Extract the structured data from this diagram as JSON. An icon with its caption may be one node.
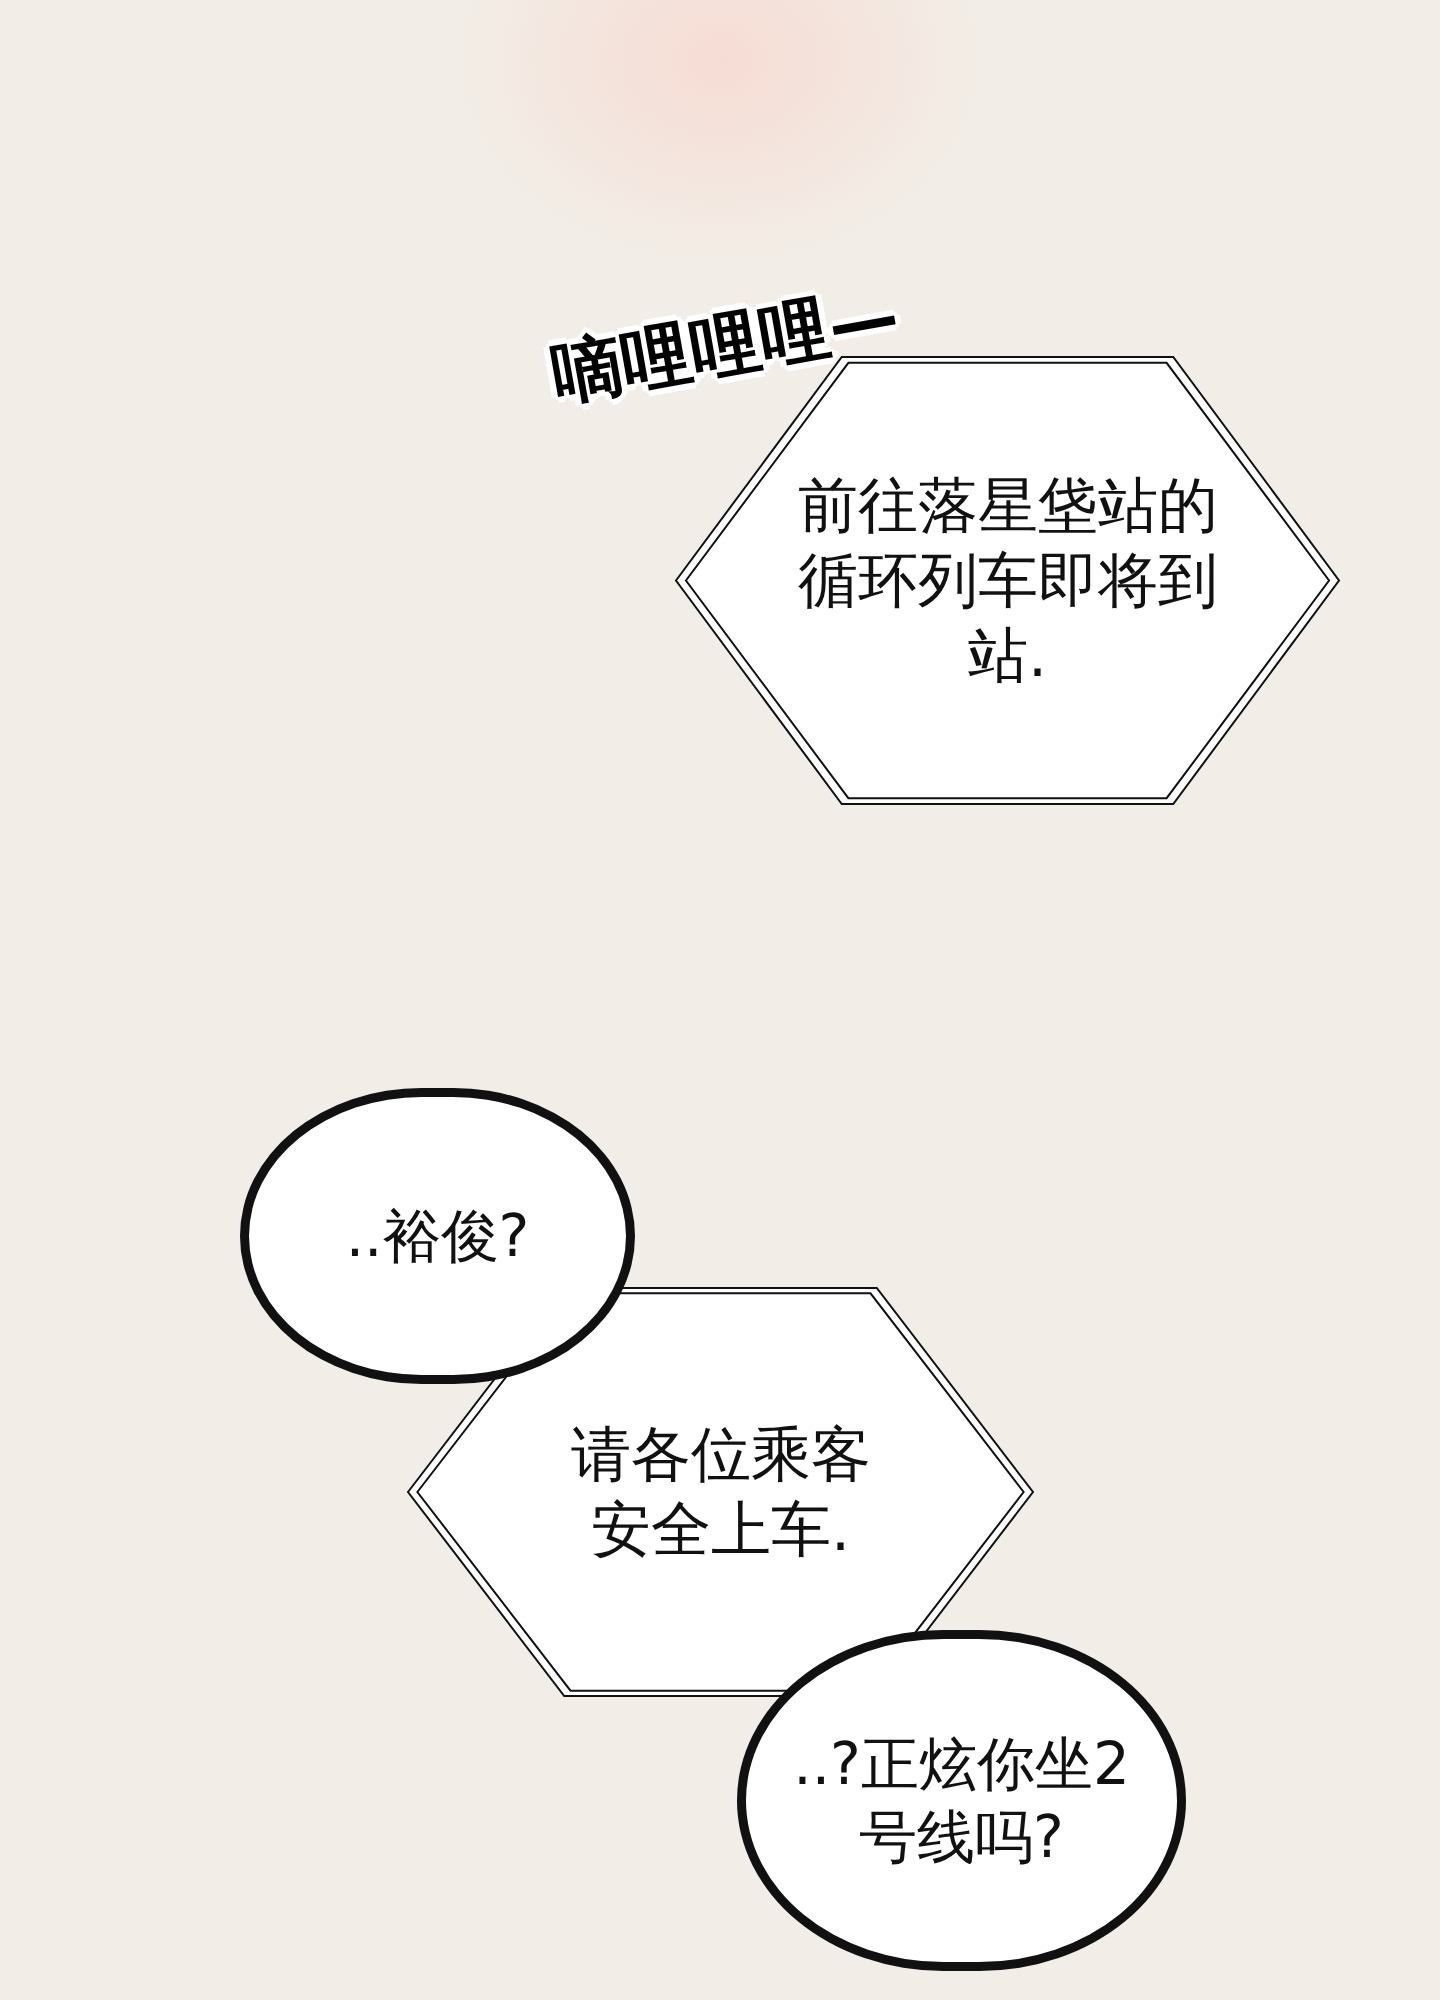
{
  "diagram": {
    "nodes": [
      {
        "text": [
          "前往落星垡站的循环列车即将到站."
        ]
      },
      {
        "text": [
          "..裕俊?"
        ]
      },
      {
        "text": [
          "请各位乘客安全上车."
        ]
      },
      {
        "text": [
          "..?正炫你坐2号线吗?"
        ]
      }
    ],
    "labels": [
      "嘀哩哩哩—"
    ]
  }
}
